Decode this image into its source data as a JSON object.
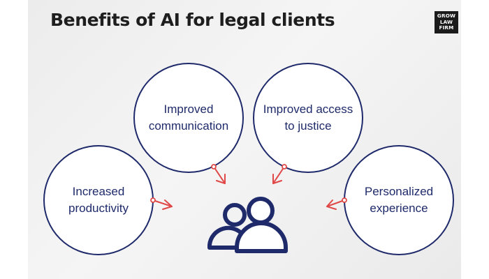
{
  "title": "Benefits of AI for legal clients",
  "logo": {
    "line1": "GROW",
    "line2": "LAW",
    "line3": "FIRM"
  },
  "benefits": {
    "productivity": {
      "line1": "Increased",
      "line2": "productivity"
    },
    "communication": {
      "line1": "Improved",
      "line2": "communication"
    },
    "access": {
      "line1": "Improved access",
      "line2": "to justice"
    },
    "personalized": {
      "line1": "Personalized",
      "line2": "experience"
    }
  },
  "center_icon": "users-icon",
  "colors": {
    "navy": "#1f2a6b",
    "arrow": "#e04848",
    "title": "#1e1e1e"
  }
}
